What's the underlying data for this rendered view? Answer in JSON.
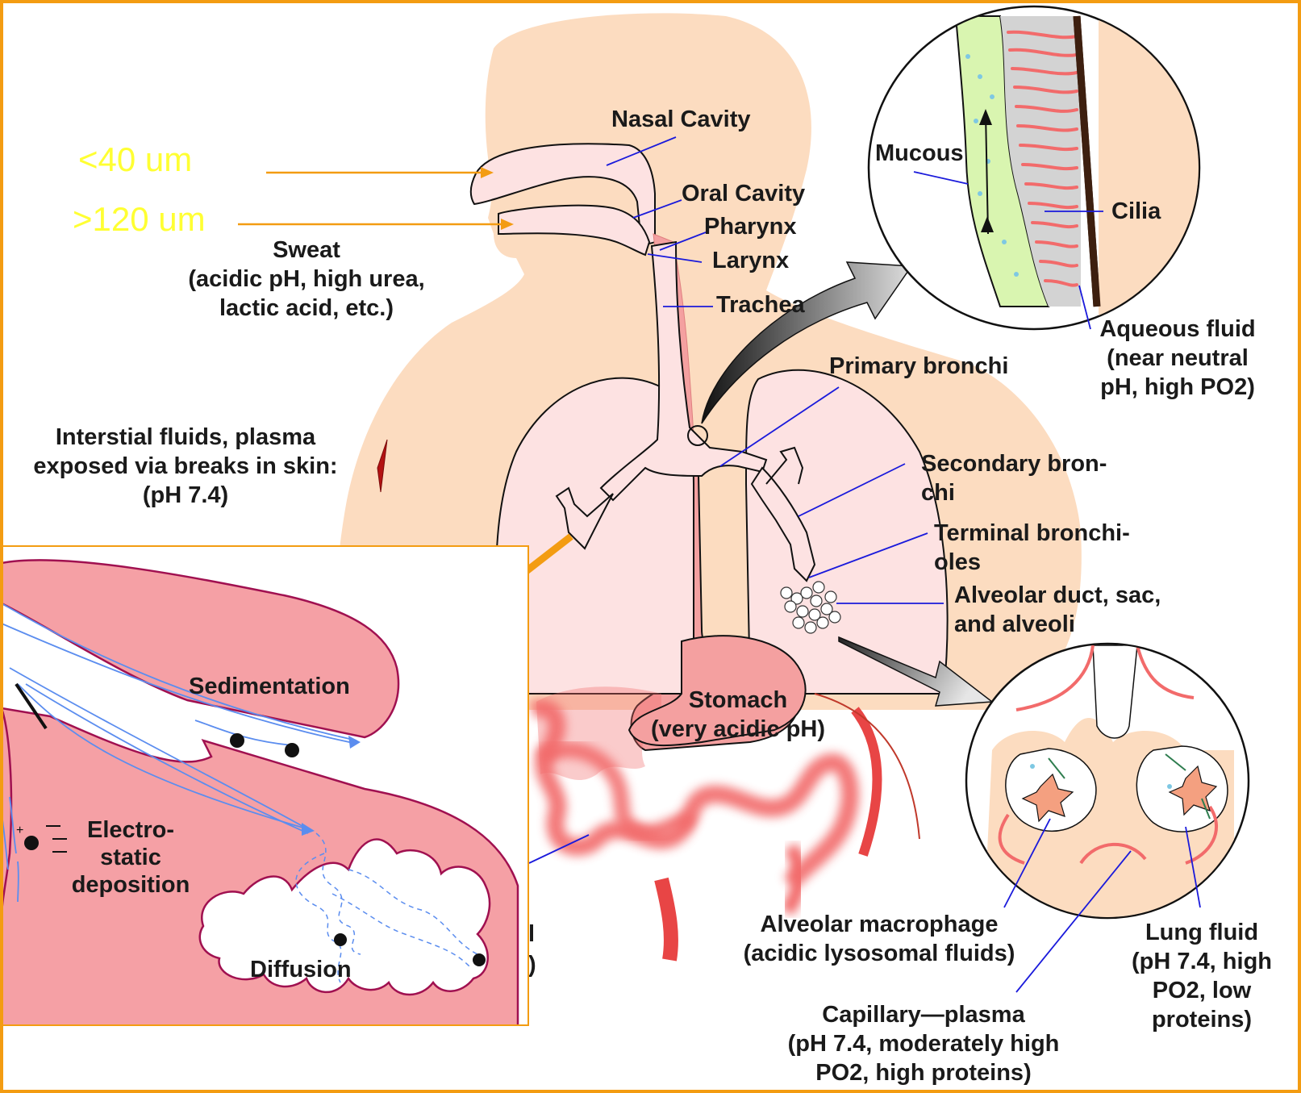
{
  "particle_sizes": {
    "nasal": "<40 um",
    "oral": ">120 um"
  },
  "airway_labels": {
    "nasal_cavity": "Nasal Cavity",
    "oral_cavity": "Oral Cavity",
    "pharynx": "Pharynx",
    "larynx": "Larynx",
    "trachea": "Trachea",
    "primary_bronchi": "Primary bronchi",
    "secondary_bronchi": [
      "Secondary bron-",
      "chi"
    ],
    "terminal_bronchioles": [
      "Terminal bronchi-",
      "oles"
    ],
    "alveolar": [
      "Alveolar duct, sac,",
      "and alveoli"
    ],
    "stomach": [
      "Stomach",
      "(very acidic pH)"
    ]
  },
  "skin_labels": {
    "sweat": [
      "Sweat",
      "(acidic pH, high urea,",
      "lactic acid, etc.)"
    ],
    "interstitial": [
      "Interstial fluids, plasma",
      "exposed via breaks in skin:",
      "(pH 7.4)"
    ]
  },
  "cilia_inset": {
    "mucous": "Mucous",
    "cilia": "Cilia",
    "aqueous": [
      "Aqueous fluid",
      "(near neutral",
      "pH, high PO2)"
    ]
  },
  "alveoli_inset": {
    "macrophage": [
      "Alveolar macrophage",
      "(acidic lysosomal fluids)"
    ],
    "lung_fluid": [
      "Lung fluid",
      "(pH 7.4, high",
      "PO2, low",
      "proteins)"
    ],
    "capillary": [
      "Capillary—plasma",
      "(pH 7.4, moderately high",
      "PO2, high proteins)"
    ]
  },
  "deposition_inset": {
    "sedimentation": "Sedimentation",
    "electrostatic": [
      "Electro-",
      "static",
      "deposition"
    ],
    "diffusion": "Diffusion",
    "fragment_1": "l",
    "fragment_2": ")"
  },
  "colors": {
    "frame": "#f39c12",
    "skin": "#fcdcc0",
    "airway": "#fde2e2",
    "tissue": "#f5a0a5",
    "cilia": "#f26b6b",
    "mucus": "#d9f5b0",
    "leader": "#1a1adb",
    "size_text": "#ffff33"
  }
}
